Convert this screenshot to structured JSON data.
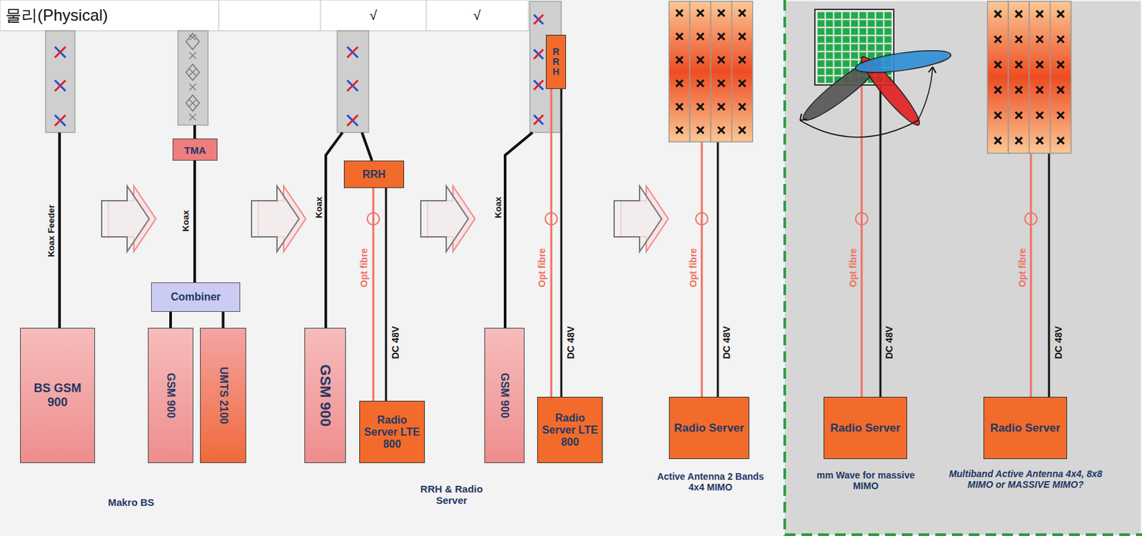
{
  "diagram": {
    "nodes": [
      {
        "text": [
          "BS GSM 900"
        ]
      },
      {
        "text": [
          "TMA"
        ]
      },
      {
        "text": [
          "Combiner"
        ]
      },
      {
        "text": [
          "GSM 900"
        ]
      },
      {
        "text": [
          "UMTS 2100"
        ]
      },
      {
        "text": [
          "GSM 900"
        ]
      },
      {
        "text": [
          "RRH"
        ]
      },
      {
        "text": [
          "Radio Server LTE 800"
        ]
      },
      {
        "text": [
          "RRH"
        ]
      },
      {
        "text": [
          "GSM 900"
        ]
      },
      {
        "text": [
          "Radio Server LTE 800"
        ]
      },
      {
        "text": [
          "Radio Server"
        ]
      },
      {
        "text": [
          "Radio Server"
        ]
      },
      {
        "text": [
          "Radio Server"
        ]
      }
    ],
    "edges": [
      {
        "from": 1,
        "to": 2,
        "label": "Koax",
        "arrow": "none"
      },
      {
        "from": 2,
        "to": 3,
        "arrow": "none"
      },
      {
        "from": 2,
        "to": 4,
        "arrow": "none"
      },
      {
        "from": 6,
        "to": 7,
        "label": "Opt fibre",
        "arrow": "none"
      },
      {
        "from": 6,
        "to": 7,
        "label": "DC 48V",
        "arrow": "none"
      },
      {
        "from": 8,
        "to": 10,
        "label": "Opt fibre",
        "arrow": "none"
      },
      {
        "from": 8,
        "to": 10,
        "label": "DC 48V",
        "arrow": "none"
      }
    ],
    "labels": [
      "물리(Physical)",
      "√",
      "√",
      "Koax Feeder",
      "Koax",
      "Koax",
      "Opt fibre",
      "DC 48V",
      "Opt fibre",
      "DC 48V",
      "Opt fibre",
      "DC 48V",
      "Makro BS",
      "RRH & Radio Server",
      "Active Antenna 2 Bands 4x4 MIMO",
      "mm Wave for massive MIMO",
      "Multiband Active Antenna 4x4, 8x8 MIMO or MASSIVE MIMO?"
    ]
  }
}
